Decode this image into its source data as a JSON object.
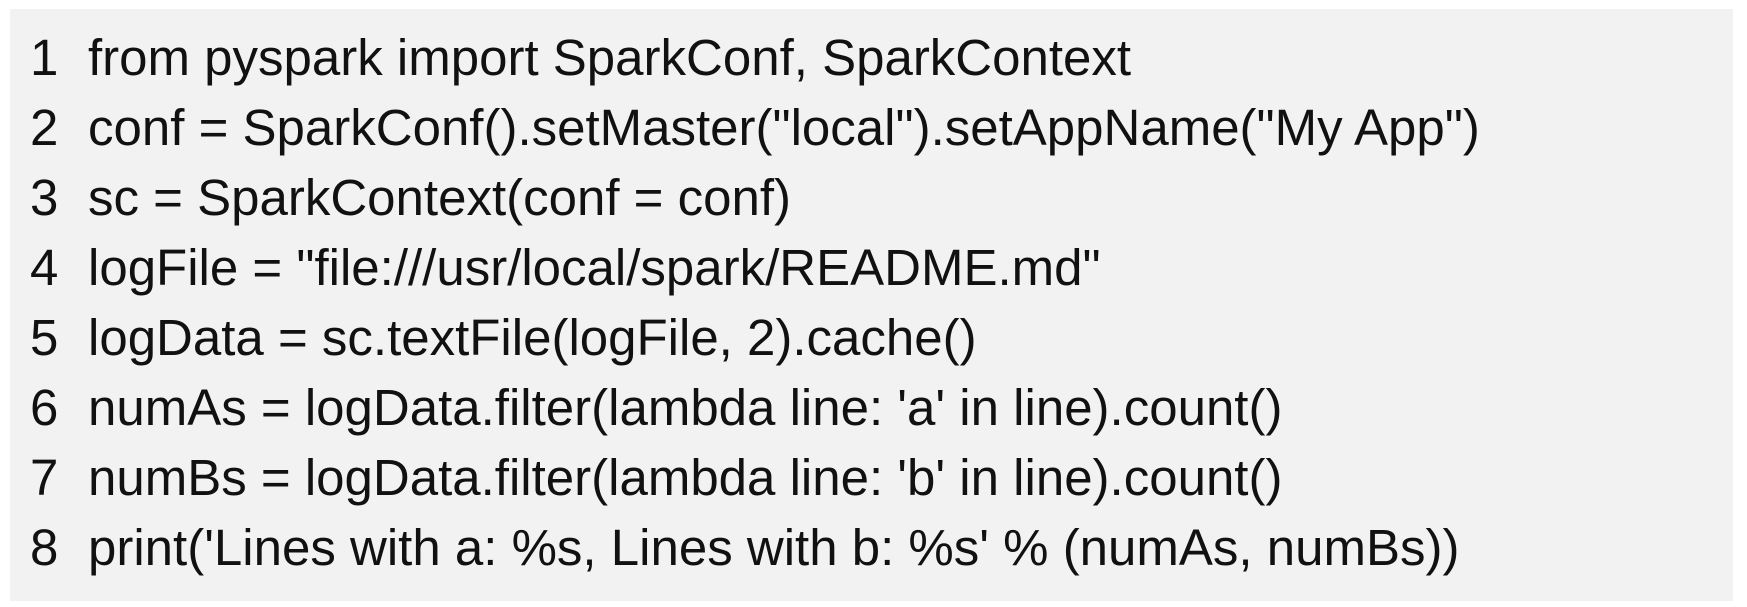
{
  "code": {
    "lines": [
      {
        "number": "1",
        "text": "from pyspark import SparkConf, SparkContext"
      },
      {
        "number": "2",
        "text": "conf = SparkConf().setMaster(\"local\").setAppName(\"My App\")"
      },
      {
        "number": "3",
        "text": "sc = SparkContext(conf = conf)"
      },
      {
        "number": "4",
        "text": "logFile = \"file:///usr/local/spark/README.md\""
      },
      {
        "number": "5",
        "text": "logData = sc.textFile(logFile, 2).cache()"
      },
      {
        "number": "6",
        "text": "numAs = logData.filter(lambda line: 'a' in line).count()"
      },
      {
        "number": "7",
        "text": "numBs = logData.filter(lambda line: 'b' in line).count()"
      },
      {
        "number": "8",
        "text": "print('Lines with a: %s, Lines with b: %s' % (numAs, numBs))"
      }
    ]
  },
  "colors": {
    "panel_background": "#f2f2f2",
    "text": "#111111"
  }
}
